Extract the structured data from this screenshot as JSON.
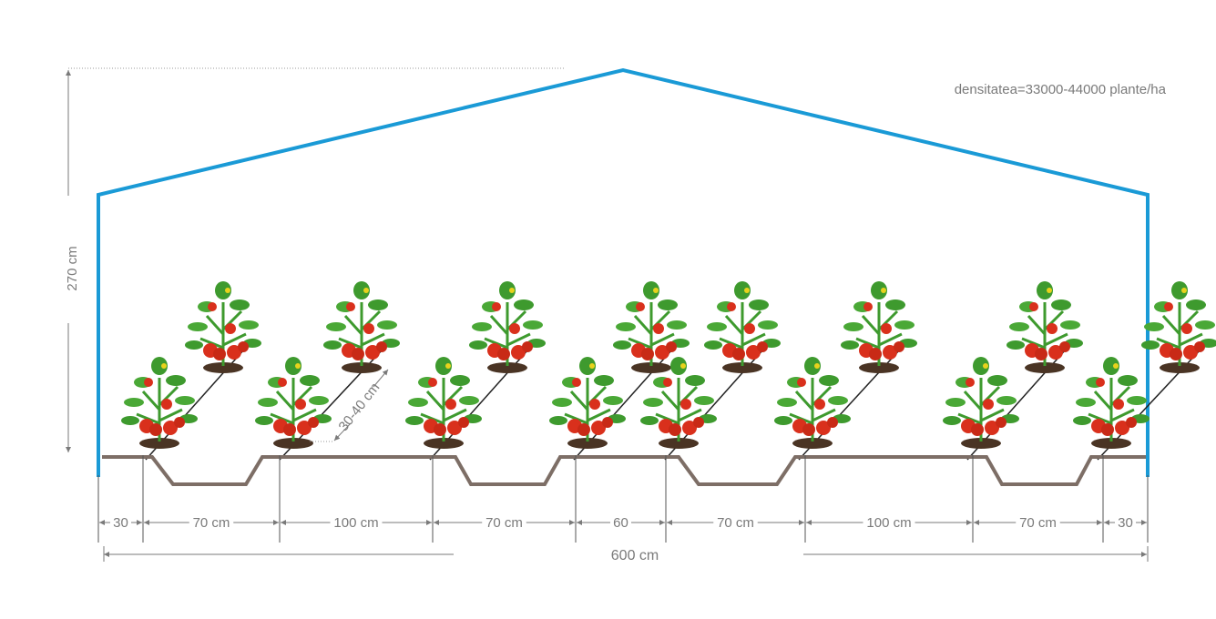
{
  "title_note": "densitatea=33000-44000 plante/ha",
  "height_label": "270 cm",
  "row_spacing_label": "30-40 cm",
  "total_width_label": "600 cm",
  "dimensions": [
    "30",
    "70 cm",
    "100 cm",
    "70 cm",
    "60",
    "70 cm",
    "100 cm",
    "70 cm",
    "30"
  ],
  "colors": {
    "greenhouse": "#1a9ad6",
    "ground": "#7d6e66",
    "dimension": "#7a7a7a",
    "leaf": "#3e9a2e",
    "tomato": "#d9301c",
    "soil": "#4a3424"
  }
}
